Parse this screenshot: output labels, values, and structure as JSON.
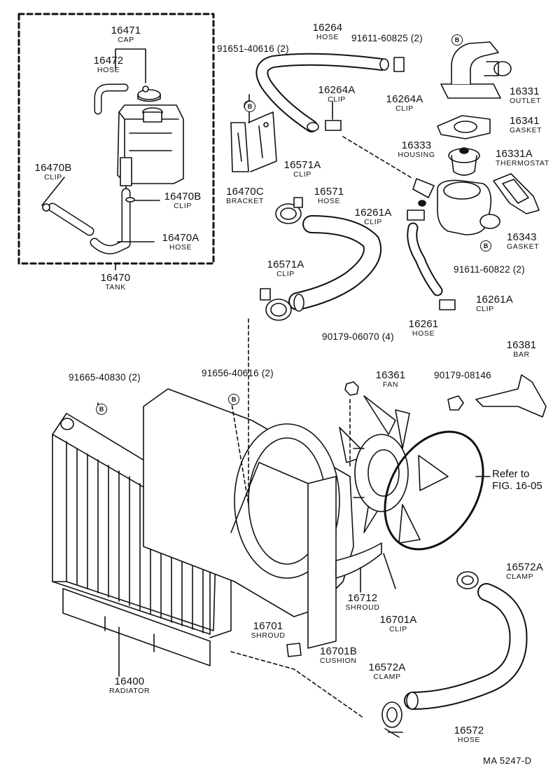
{
  "diagram_code": "MA  5247-D",
  "reference": {
    "line1": "Refer to",
    "line2": "FIG. 16-05"
  },
  "bolt_marker": "B",
  "parts": {
    "p16471": {
      "number": "16471",
      "name": "CAP"
    },
    "p16472": {
      "number": "16472",
      "name": "HOSE"
    },
    "p16470B_a": {
      "number": "16470B",
      "name": "CLIP"
    },
    "p16470B_b": {
      "number": "16470B",
      "name": "CLIP"
    },
    "p16470A": {
      "number": "16470A",
      "name": "HOSE"
    },
    "p16470": {
      "number": "16470",
      "name": "TANK"
    },
    "p16264": {
      "number": "16264",
      "name": "HOSE"
    },
    "p16264A_a": {
      "number": "16264A",
      "name": "CLIP"
    },
    "p16264A_b": {
      "number": "16264A",
      "name": "CLIP"
    },
    "p16470C": {
      "number": "16470C",
      "name": "BRACKET"
    },
    "p16571A_a": {
      "number": "16571A",
      "name": "CLIP"
    },
    "p16571": {
      "number": "16571",
      "name": "HOSE"
    },
    "p16571A_b": {
      "number": "16571A",
      "name": "CLIP"
    },
    "p16331": {
      "number": "16331",
      "name": "OUTLET"
    },
    "p16341": {
      "number": "16341",
      "name": "GASKET"
    },
    "p16333": {
      "number": "16333",
      "name": "HOUSING"
    },
    "p16331A": {
      "number": "16331A",
      "name": "THERMOSTAT"
    },
    "p16261A_a": {
      "number": "16261A",
      "name": "CLIP"
    },
    "p16343": {
      "number": "16343",
      "name": "GASKET"
    },
    "p16261A_b": {
      "number": "16261A",
      "name": "CLIP"
    },
    "p16261": {
      "number": "16261",
      "name": "HOSE"
    },
    "p16381": {
      "number": "16381",
      "name": "BAR"
    },
    "p16361": {
      "number": "16361",
      "name": "FAN"
    },
    "p16572A_a": {
      "number": "16572A",
      "name": "CLAMP"
    },
    "p16712": {
      "number": "16712",
      "name": "SHROUD"
    },
    "p16701": {
      "number": "16701",
      "name": "SHROUD"
    },
    "p16701A": {
      "number": "16701A",
      "name": "CLIP"
    },
    "p16701B": {
      "number": "16701B",
      "name": "CUSHION"
    },
    "p16400": {
      "number": "16400",
      "name": "RADIATOR"
    },
    "p16572A_b": {
      "number": "16572A",
      "name": "CLAMP"
    },
    "p16572": {
      "number": "16572",
      "name": "HOSE"
    }
  },
  "bolts": {
    "b91651": "91651-40616 (2)",
    "b91611_825": "91611-60825 (2)",
    "b91611_822": "91611-60822 (2)",
    "b90179_06070": "90179-06070 (4)",
    "b90179_08146": "90179-08146",
    "b91665": "91665-40830 (2)",
    "b91656": "91656-40616 (2)"
  }
}
